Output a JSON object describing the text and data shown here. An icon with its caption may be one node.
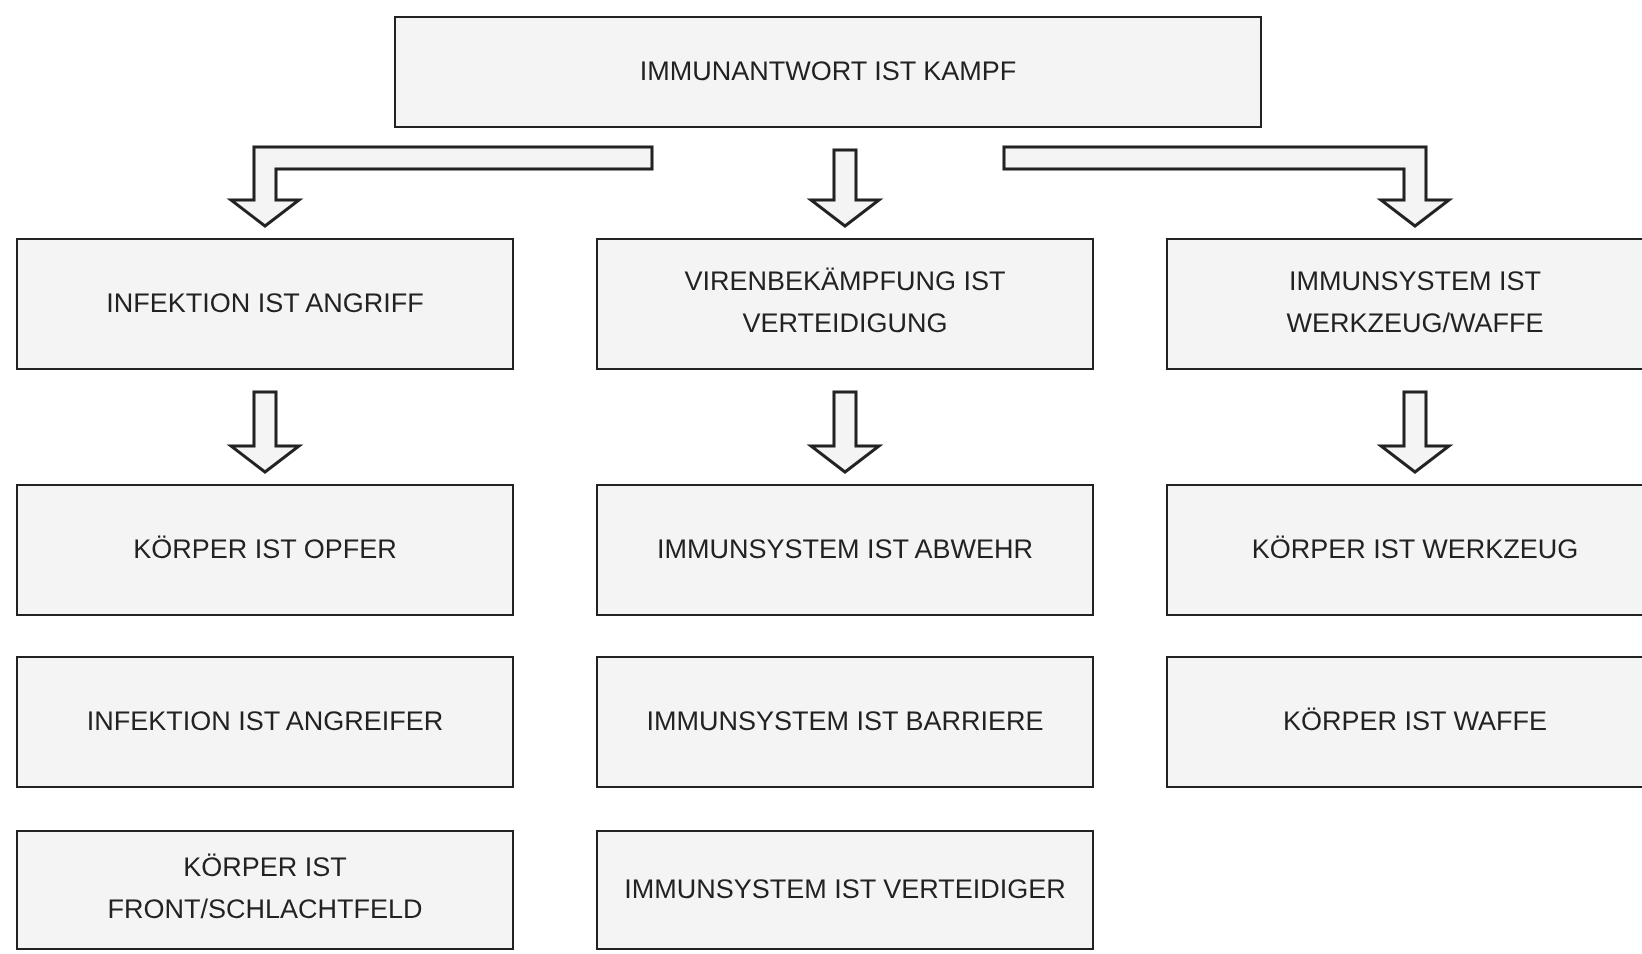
{
  "diagram": {
    "nodes": [
      {
        "text": [
          "IMMUNANTWORT IST KAMPF"
        ]
      },
      {
        "text": [
          "INFEKTION IST ANGRIFF"
        ]
      },
      {
        "text": [
          "VIRENBEKÄMPFUNG IST VERTEIDIGUNG"
        ]
      },
      {
        "text": [
          "IMMUNSYSTEM IST WERKZEUG/WAFFE"
        ]
      },
      {
        "text": [
          "KÖRPER IST OPFER"
        ]
      },
      {
        "text": [
          "IMMUNSYSTEM IST ABWEHR"
        ]
      },
      {
        "text": [
          "KÖRPER IST WERKZEUG"
        ]
      },
      {
        "text": [
          "INFEKTION IST ANGREIFER"
        ]
      },
      {
        "text": [
          "IMMUNSYSTEM IST BARRIERE"
        ]
      },
      {
        "text": [
          "KÖRPER IST WAFFE"
        ]
      },
      {
        "text": [
          "KÖRPER IST FRONT/SCHLACHTFELD"
        ]
      },
      {
        "text": [
          "IMMUNSYSTEM IST VERTEIDIGER"
        ]
      }
    ],
    "edges": [
      {
        "from": 0,
        "to": 1,
        "arrow": "to"
      },
      {
        "from": 0,
        "to": 2,
        "arrow": "to"
      },
      {
        "from": 0,
        "to": 3,
        "arrow": "to"
      },
      {
        "from": 1,
        "to": 4,
        "arrow": "to"
      },
      {
        "from": 2,
        "to": 5,
        "arrow": "to"
      },
      {
        "from": 3,
        "to": 6,
        "arrow": "to"
      }
    ]
  }
}
